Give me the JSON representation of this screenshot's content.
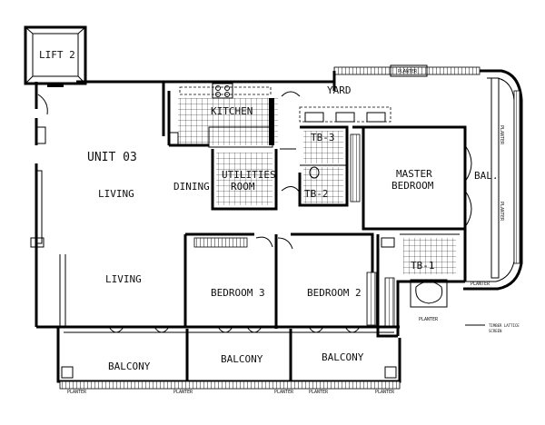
{
  "labels": {
    "lift": "LIFT 2",
    "unit": "UNIT 03",
    "living_upper": "LIVING",
    "living_lower": "LIVING",
    "dining": "DINING",
    "kitchen": "KITCHEN",
    "yard": "YARD",
    "utilities_line1": "UTILITIES",
    "utilities_line2": "ROOM",
    "tb3": "TB-3",
    "tb2": "TB-2",
    "tb1": "TB-1",
    "master_line1": "MASTER",
    "master_line2": "BEDROOM",
    "bal": "BAL.",
    "bedroom3": "BEDROOM 3",
    "bedroom2": "BEDROOM 2",
    "balcony_left": "BALCONY",
    "balcony_mid": "BALCONY",
    "balcony_right": "BALCONY",
    "planter_top": "PLANTER",
    "planter_right_1": "PLANTER",
    "planter_right_2": "PLANTER",
    "planter_bottom_1": "PLANTER",
    "planter_bottom_2": "PLANTER",
    "planter_bottom_3": "PLANTER",
    "planter_bottom_4": "PLANTER",
    "planter_bottom_5": "PLANTER",
    "planter_tb1": "PLANTER",
    "planter_small": "PLANTER",
    "timber_line1": "TIMBER LATTICE",
    "timber_line2": "SCREEN"
  }
}
